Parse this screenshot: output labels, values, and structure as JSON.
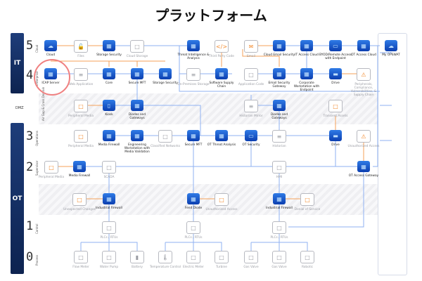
{
  "title": "プラットフォーム",
  "sections": {
    "it": "IT",
    "ot": "OT",
    "dmz": "DMZ"
  },
  "levels": [
    {
      "num": "5",
      "zone": "Cloud"
    },
    {
      "num": "4",
      "zone": "Enterprise"
    },
    {
      "num": "",
      "zone": "Air Gap & Cross Domain"
    },
    {
      "num": "3",
      "zone": "Operations"
    },
    {
      "num": "2",
      "zone": "Supervisor"
    },
    {
      "num": "1",
      "zone": "Control"
    },
    {
      "num": "0",
      "zone": "Process"
    }
  ],
  "colors": {
    "active": "#1f5fd1",
    "muted": "#9a9ca3",
    "threat": "#f28a2e",
    "connector": "#7aa4f0",
    "threat_connector": "#f5a25a",
    "highlight": "#f08080",
    "it_ot_bar": "#13306a"
  },
  "highlighted": "ICAP Server",
  "nodes": [
    {
      "label": "Cloud",
      "state": "active",
      "icon": "cloud-icon"
    },
    {
      "label": "Files",
      "state": "warn",
      "icon": "file-unlocked-icon"
    },
    {
      "label": "Storage Security",
      "state": "active",
      "icon": "storage-security-icon"
    },
    {
      "label": "Cloud Storage",
      "state": "muted",
      "icon": "cloud-storage-icon"
    },
    {
      "label": "Threat Intelligence & Analysis",
      "state": "active",
      "icon": "threat-intel-icon"
    },
    {
      "label": "Third Party Code",
      "state": "warn",
      "icon": "code-file-icon"
    },
    {
      "label": "Email",
      "state": "warn",
      "icon": "email-icon"
    },
    {
      "label": "Cloud Email Security",
      "state": "active",
      "icon": "cloud-email-icon"
    },
    {
      "label": "IT Access Cloud",
      "state": "active",
      "icon": "access-cloud-icon"
    },
    {
      "label": "BYOD/Remote Access with Endpoint",
      "state": "active",
      "icon": "laptop-icon"
    },
    {
      "label": "OT Access Cloud",
      "state": "active",
      "icon": "access-cloud-icon"
    },
    {
      "label": "My OPSWAT",
      "state": "active",
      "icon": "cloud-icon"
    },
    {
      "label": "ICAP Server",
      "state": "active",
      "icon": "server-icon"
    },
    {
      "label": "Web Application",
      "state": "muted",
      "icon": "database-icon"
    },
    {
      "label": "Core",
      "state": "active",
      "icon": "core-icon"
    },
    {
      "label": "Secure MFT",
      "state": "active",
      "icon": "mft-icon"
    },
    {
      "label": "Storage Security",
      "state": "active",
      "icon": "storage-security-icon"
    },
    {
      "label": "On-Premises Storage",
      "state": "muted",
      "icon": "database-icon"
    },
    {
      "label": "Software Supply Chain",
      "state": "active",
      "icon": "supply-chain-icon"
    },
    {
      "label": "Application Code",
      "state": "muted",
      "icon": "app-code-icon"
    },
    {
      "label": "Email Security Gateway",
      "state": "active",
      "icon": "email-gateway-icon"
    },
    {
      "label": "Corporate Workstation with Endpoint",
      "state": "active",
      "icon": "workstation-icon"
    },
    {
      "label": "Drive",
      "state": "active",
      "icon": "usb-drive-icon"
    },
    {
      "label": "Peripherals, Compliance, Vulnerabilities, & Supply Chain",
      "state": "warn",
      "icon": "warning-door-icon"
    },
    {
      "label": "Peripheral Media",
      "state": "warn",
      "icon": "media-unlocked-icon"
    },
    {
      "label": "Kiosk",
      "state": "active",
      "icon": "kiosk-icon"
    },
    {
      "label": "Diodes and Gateways",
      "state": "active",
      "icon": "diode-icon"
    },
    {
      "label": "Historian Mirror",
      "state": "muted",
      "icon": "database-icon"
    },
    {
      "label": "Diodes and Gateways",
      "state": "active",
      "icon": "diode-icon"
    },
    {
      "label": "Transient Assets",
      "state": "warn",
      "icon": "laptop-unlocked-icon"
    },
    {
      "label": "Peripheral Media",
      "state": "warn",
      "icon": "media-unlocked-icon"
    },
    {
      "label": "Media Firewall",
      "state": "active",
      "icon": "media-firewall-icon"
    },
    {
      "label": "Engineering Workstation with Media Validation",
      "state": "active",
      "icon": "workstation-icon"
    },
    {
      "label": "Classified Networks",
      "state": "muted",
      "icon": "network-icon"
    },
    {
      "label": "Secure MFT",
      "state": "active",
      "icon": "mft-icon"
    },
    {
      "label": "OT Threat Analysis",
      "state": "active",
      "icon": "threat-intel-icon"
    },
    {
      "label": "OT Security",
      "state": "active",
      "icon": "monitor-icon"
    },
    {
      "label": "Historian",
      "state": "muted",
      "icon": "database-icon"
    },
    {
      "label": "Drive",
      "state": "active",
      "icon": "usb-drive-icon"
    },
    {
      "label": "Unauthorized Access",
      "state": "warn",
      "icon": "warning-door-icon"
    },
    {
      "label": "Peripheral Media",
      "state": "warn",
      "icon": "media-unlocked-icon"
    },
    {
      "label": "Media Firewall",
      "state": "active",
      "icon": "media-firewall-icon"
    },
    {
      "label": "SCADA",
      "state": "muted",
      "icon": "panel-icon"
    },
    {
      "label": "HMI",
      "state": "muted",
      "icon": "panel-icon"
    },
    {
      "label": "OT Access Gateway",
      "state": "active",
      "icon": "gateway-icon"
    },
    {
      "label": "Unexpected Changes",
      "state": "warn",
      "icon": "flow-change-icon"
    },
    {
      "label": "Industrial Firewall",
      "state": "active",
      "icon": "industrial-firewall-icon"
    },
    {
      "label": "Fend Diode",
      "state": "active",
      "icon": "industrial-firewall-icon"
    },
    {
      "label": "Unauthorized Access",
      "state": "warn",
      "icon": "arrows-attack-icon"
    },
    {
      "label": "Industrial Firewall",
      "state": "active",
      "icon": "industrial-firewall-icon"
    },
    {
      "label": "Denial of Service",
      "state": "warn",
      "icon": "arrows-attack-icon"
    },
    {
      "label": "PLCs / RTUs",
      "state": "muted",
      "icon": "plc-icon"
    },
    {
      "label": "PLCs / RTUs",
      "state": "muted",
      "icon": "plc-icon"
    },
    {
      "label": "PLCs / RTUs",
      "state": "muted",
      "icon": "plc-icon"
    },
    {
      "label": "Flow Meter",
      "state": "muted",
      "icon": "meter-icon"
    },
    {
      "label": "Water Pump",
      "state": "muted",
      "icon": "pump-icon"
    },
    {
      "label": "Battery",
      "state": "muted",
      "icon": "battery-icon"
    },
    {
      "label": "Temperature Control",
      "state": "muted",
      "icon": "thermometer-icon"
    },
    {
      "label": "Electric Meter",
      "state": "muted",
      "icon": "meter-icon"
    },
    {
      "label": "Turbine",
      "state": "muted",
      "icon": "turbine-icon"
    },
    {
      "label": "Gas Valve",
      "state": "muted",
      "icon": "valve-icon"
    },
    {
      "label": "Gas Valve",
      "state": "muted",
      "icon": "valve-icon"
    },
    {
      "label": "Robotic",
      "state": "muted",
      "icon": "robot-arm-icon"
    }
  ]
}
